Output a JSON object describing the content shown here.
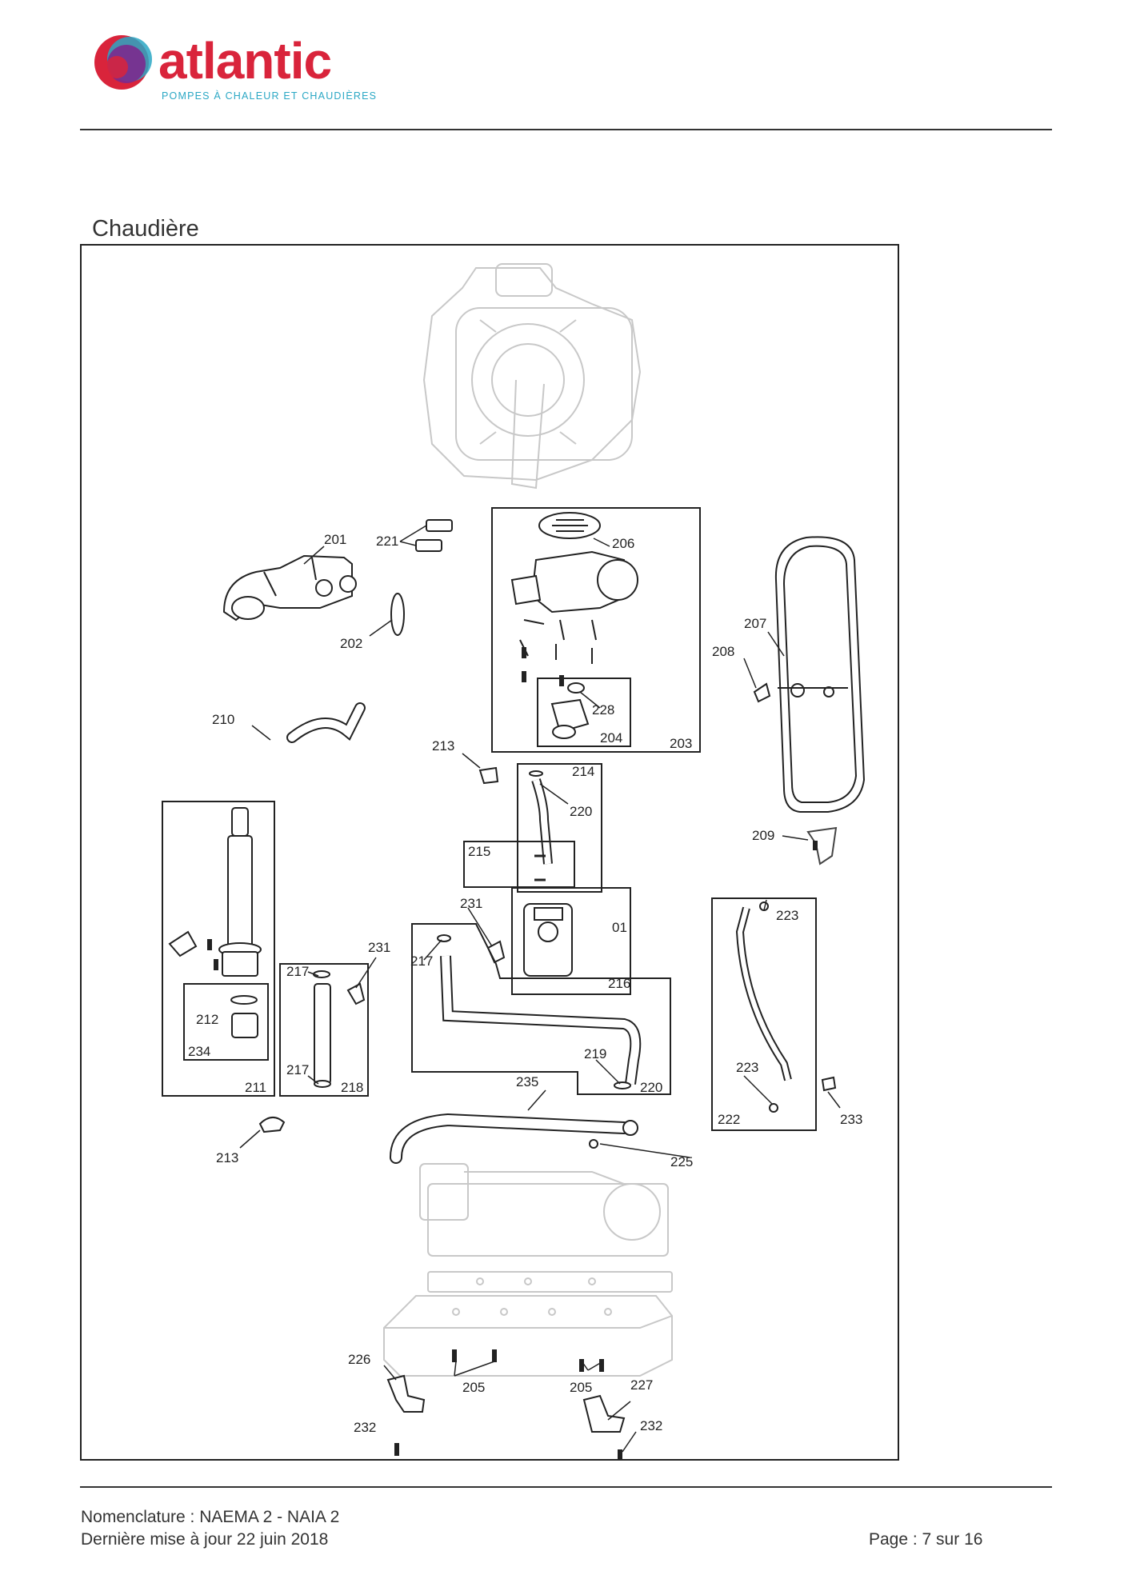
{
  "brand": {
    "name": "atlantic",
    "tagline": "POMPES À CHALEUR ET CHAUDIÈRES",
    "colors": {
      "red": "#d9243b",
      "purple": "#7b2a8e",
      "teal": "#2aa7c4",
      "dark": "#333333"
    }
  },
  "section_title": "Chaudière",
  "diagram": {
    "part_labels": [
      {
        "id": "p201",
        "text": "201"
      },
      {
        "id": "p221",
        "text": "221"
      },
      {
        "id": "p206",
        "text": "206"
      },
      {
        "id": "p202",
        "text": "202"
      },
      {
        "id": "p207",
        "text": "207"
      },
      {
        "id": "p208",
        "text": "208"
      },
      {
        "id": "p228",
        "text": "228"
      },
      {
        "id": "p204",
        "text": "204"
      },
      {
        "id": "p203",
        "text": "203"
      },
      {
        "id": "p210",
        "text": "210"
      },
      {
        "id": "p213a",
        "text": "213"
      },
      {
        "id": "p214",
        "text": "214"
      },
      {
        "id": "p220a",
        "text": "220"
      },
      {
        "id": "p209",
        "text": "209"
      },
      {
        "id": "p215",
        "text": "215"
      },
      {
        "id": "p231a",
        "text": "231"
      },
      {
        "id": "p01",
        "text": "01"
      },
      {
        "id": "p223a",
        "text": "223"
      },
      {
        "id": "p231b",
        "text": "231"
      },
      {
        "id": "p217a",
        "text": "217"
      },
      {
        "id": "p217b",
        "text": "217"
      },
      {
        "id": "p216",
        "text": "216"
      },
      {
        "id": "p212",
        "text": "212"
      },
      {
        "id": "p234",
        "text": "234"
      },
      {
        "id": "p219",
        "text": "219"
      },
      {
        "id": "p223b",
        "text": "223"
      },
      {
        "id": "p217c",
        "text": "217"
      },
      {
        "id": "p211",
        "text": "211"
      },
      {
        "id": "p218",
        "text": "218"
      },
      {
        "id": "p220b",
        "text": "220"
      },
      {
        "id": "p222",
        "text": "222"
      },
      {
        "id": "p235",
        "text": "235"
      },
      {
        "id": "p233",
        "text": "233"
      },
      {
        "id": "p213b",
        "text": "213"
      },
      {
        "id": "p225",
        "text": "225"
      },
      {
        "id": "p226",
        "text": "226"
      },
      {
        "id": "p205a",
        "text": "205"
      },
      {
        "id": "p205b",
        "text": "205"
      },
      {
        "id": "p227",
        "text": "227"
      },
      {
        "id": "p232a",
        "text": "232"
      },
      {
        "id": "p232b",
        "text": "232"
      }
    ]
  },
  "footer": {
    "line1": "Nomenclature : NAEMA 2 - NAIA 2",
    "line2": "Dernière mise à jour 22 juin 2018",
    "page": "Page : 7 sur 16"
  }
}
